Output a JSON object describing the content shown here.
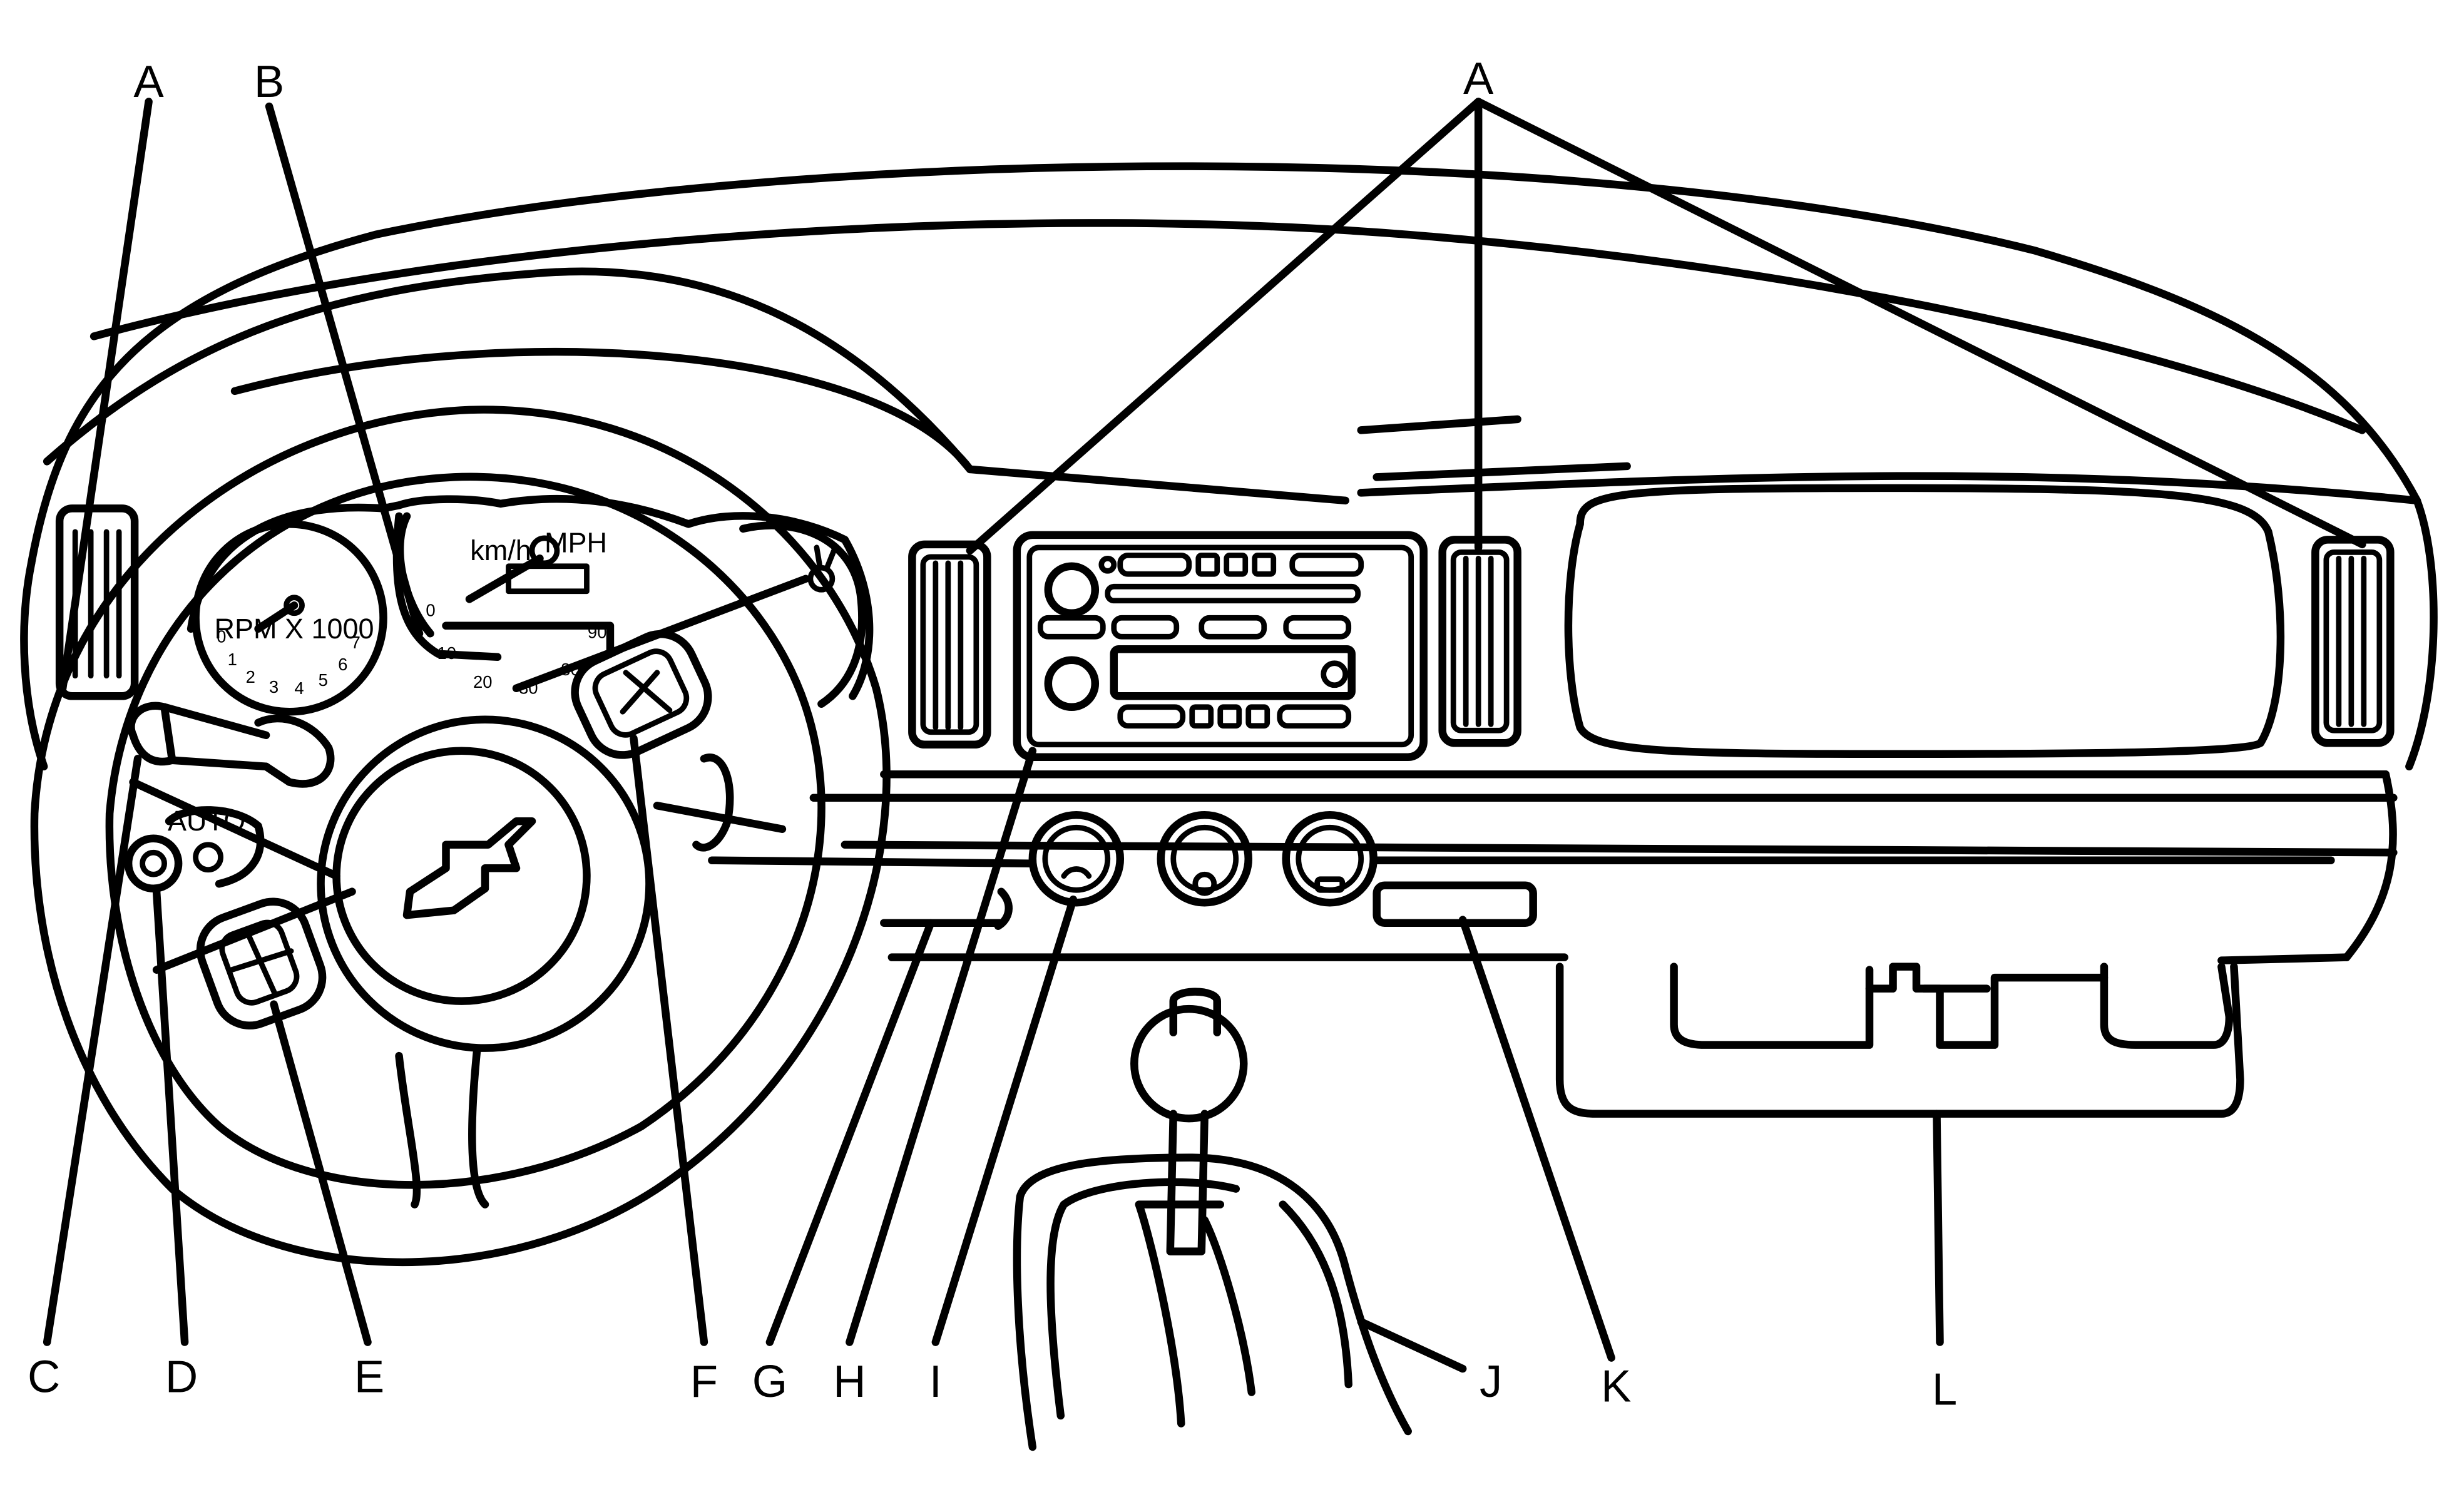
{
  "diagram": {
    "callouts": [
      {
        "id": "A-left",
        "letter": "A"
      },
      {
        "id": "B",
        "letter": "B"
      },
      {
        "id": "A-right",
        "letter": "A"
      },
      {
        "id": "C",
        "letter": "C"
      },
      {
        "id": "D",
        "letter": "D"
      },
      {
        "id": "E",
        "letter": "E"
      },
      {
        "id": "F",
        "letter": "F"
      },
      {
        "id": "G",
        "letter": "G"
      },
      {
        "id": "H",
        "letter": "H"
      },
      {
        "id": "I",
        "letter": "I"
      },
      {
        "id": "J",
        "letter": "J"
      },
      {
        "id": "K",
        "letter": "K"
      },
      {
        "id": "L",
        "letter": "L"
      }
    ],
    "cluster": {
      "tach_unit": "RPM X 1000",
      "tach_ticks": [
        "0",
        "1",
        "2",
        "3",
        "4",
        "5",
        "6",
        "7"
      ],
      "speedo_unit_mph": "MPH",
      "speedo_unit_kmh": "km/h",
      "speedo_ticks": [
        "0",
        "10",
        "20",
        "30",
        "80",
        "90"
      ]
    },
    "headlamp_switch_label": "AUTO"
  }
}
